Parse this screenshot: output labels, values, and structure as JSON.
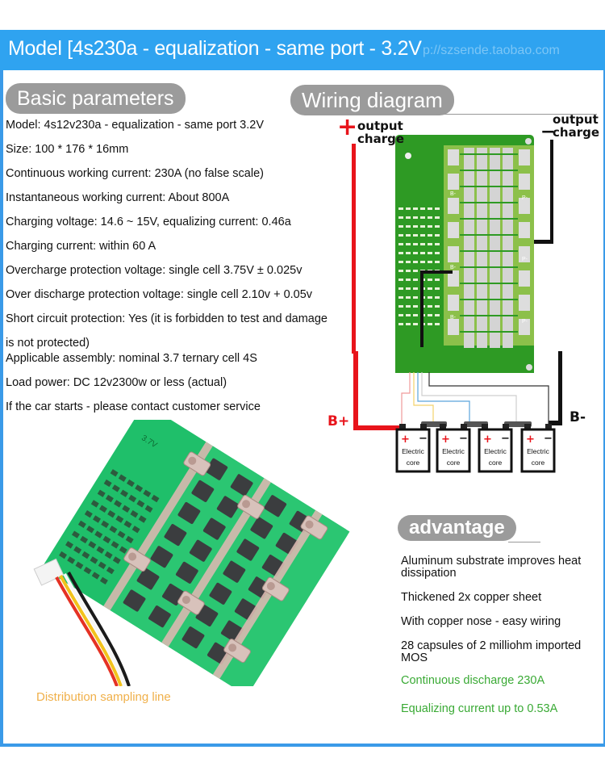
{
  "header": {
    "title": "Model [4s230a - equalization - same port - 3.2V",
    "watermark": "p://szsende.taobao.com"
  },
  "basic_parameters": {
    "heading": "Basic parameters",
    "items": [
      "Model: 4s12v230a - equalization - same port 3.2V",
      "Size: 100 * 176 * 16mm",
      "Continuous working current: 230A (no false scale)",
      "Instantaneous working current: About 800A",
      "Charging voltage: 14.6 ~ 15V, equalizing current: 0.46a",
      "Charging current: within 60 A",
      "Overcharge protection voltage: single cell 3.75V ± 0.025v",
      "Over discharge protection voltage: single cell 2.10v + 0.05v",
      "Short circuit protection: Yes (it is forbidden to test and damage",
      "is not protected)",
      "Applicable assembly: nominal 3.7 ternary cell 4S",
      "Load power: DC 12v2300w or less (actual)",
      "If the car starts - please contact customer service"
    ]
  },
  "wiring": {
    "heading": "Wiring diagram",
    "plus_sign": "+",
    "minus_sign": "−",
    "output_charge_pos": [
      "output",
      "charge"
    ],
    "output_charge_neg": [
      "output",
      "charge"
    ],
    "b_plus": "B+",
    "b_minus": "B-",
    "cells": [
      {
        "label1": "Electric",
        "label2": "core",
        "plus": "+",
        "minus": "−"
      },
      {
        "label1": "Electric",
        "label2": "core",
        "plus": "+",
        "minus": "−"
      },
      {
        "label1": "Electric",
        "label2": "core",
        "plus": "+",
        "minus": "−"
      },
      {
        "label1": "Electric",
        "label2": "core",
        "plus": "+",
        "minus": "−"
      }
    ],
    "pcb_labels": [
      "B-",
      "B-",
      "B-",
      "P-",
      "P-",
      "P-"
    ],
    "colors": {
      "positive": "#e8141b",
      "negative": "#111111",
      "pcb": "#2e9a24"
    }
  },
  "advantage": {
    "heading": "advantage",
    "items": [
      {
        "text": "Aluminum substrate improves heat dissipation",
        "highlight": false
      },
      {
        "text": "Thickened 2x copper sheet",
        "highlight": false
      },
      {
        "text": "With copper nose - easy wiring",
        "highlight": false
      },
      {
        "text": "28 capsules of 2 milliohm imported MOS",
        "highlight": false
      },
      {
        "text": "Continuous discharge 230A",
        "highlight": true
      },
      {
        "text": "Equalizing current up to 0.53A",
        "highlight": true
      }
    ]
  },
  "photo": {
    "board_label": "3.7V",
    "caption": "Distribution sampling line"
  },
  "colors": {
    "header_blue": "#2fa3f0",
    "frame_blue": "#3a9ae8",
    "pill_gray": "#9b9b9b",
    "highlight_green": "#3aaa35",
    "caption_orange": "#f0b04a"
  }
}
